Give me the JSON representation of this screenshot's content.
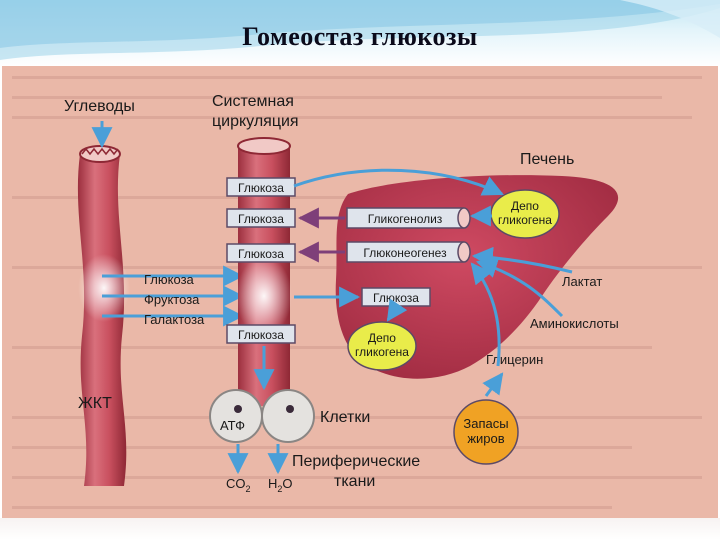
{
  "slide": {
    "title": "Гомеостаз глюкозы"
  },
  "diagram": {
    "gut": {
      "label": "ЖКТ",
      "carbs_label": "Углеводы",
      "sugars": [
        "Глюкоза",
        "Фруктоза",
        "Галактоза"
      ]
    },
    "circulation": {
      "label_line1": "Системная",
      "label_line2": "циркуляция",
      "glucose_tags": [
        "Глюкоза",
        "Глюкоза",
        "Глюкоза",
        "Глюкоза"
      ]
    },
    "liver": {
      "label": "Печень",
      "glycogenolysis": "Гликогенолиз",
      "gluconeogenesis": "Глюконеогенез",
      "glucose": "Глюкоза",
      "depot_top_line1": "Депо",
      "depot_top_line2": "гликогена",
      "depot_bottom_line1": "Депо",
      "depot_bottom_line2": "гликогена"
    },
    "sources": {
      "lactate": "Лактат",
      "amino_acids": "Аминокислоты",
      "glycerol": "Глицерин",
      "fat_line1": "Запасы",
      "fat_line2": "жиров"
    },
    "cells": {
      "label": "Клетки",
      "atp": "АТФ",
      "peripheral_line1": "Периферические",
      "peripheral_line2": "ткани",
      "co2": "CO",
      "co2_sub": "2",
      "h2o_h": "H",
      "h2o_sub": "2",
      "h2o_o": "O"
    },
    "colors": {
      "background": "#eab8a8",
      "tube": "#b8424f",
      "liver": "#b7364c",
      "arrow_blue": "#4a9fd8",
      "arrow_purple": "#7e3f79",
      "depot_fill": "#e9ec4a",
      "fat_fill": "#f0a224",
      "cell_fill": "#e4e2df"
    }
  }
}
